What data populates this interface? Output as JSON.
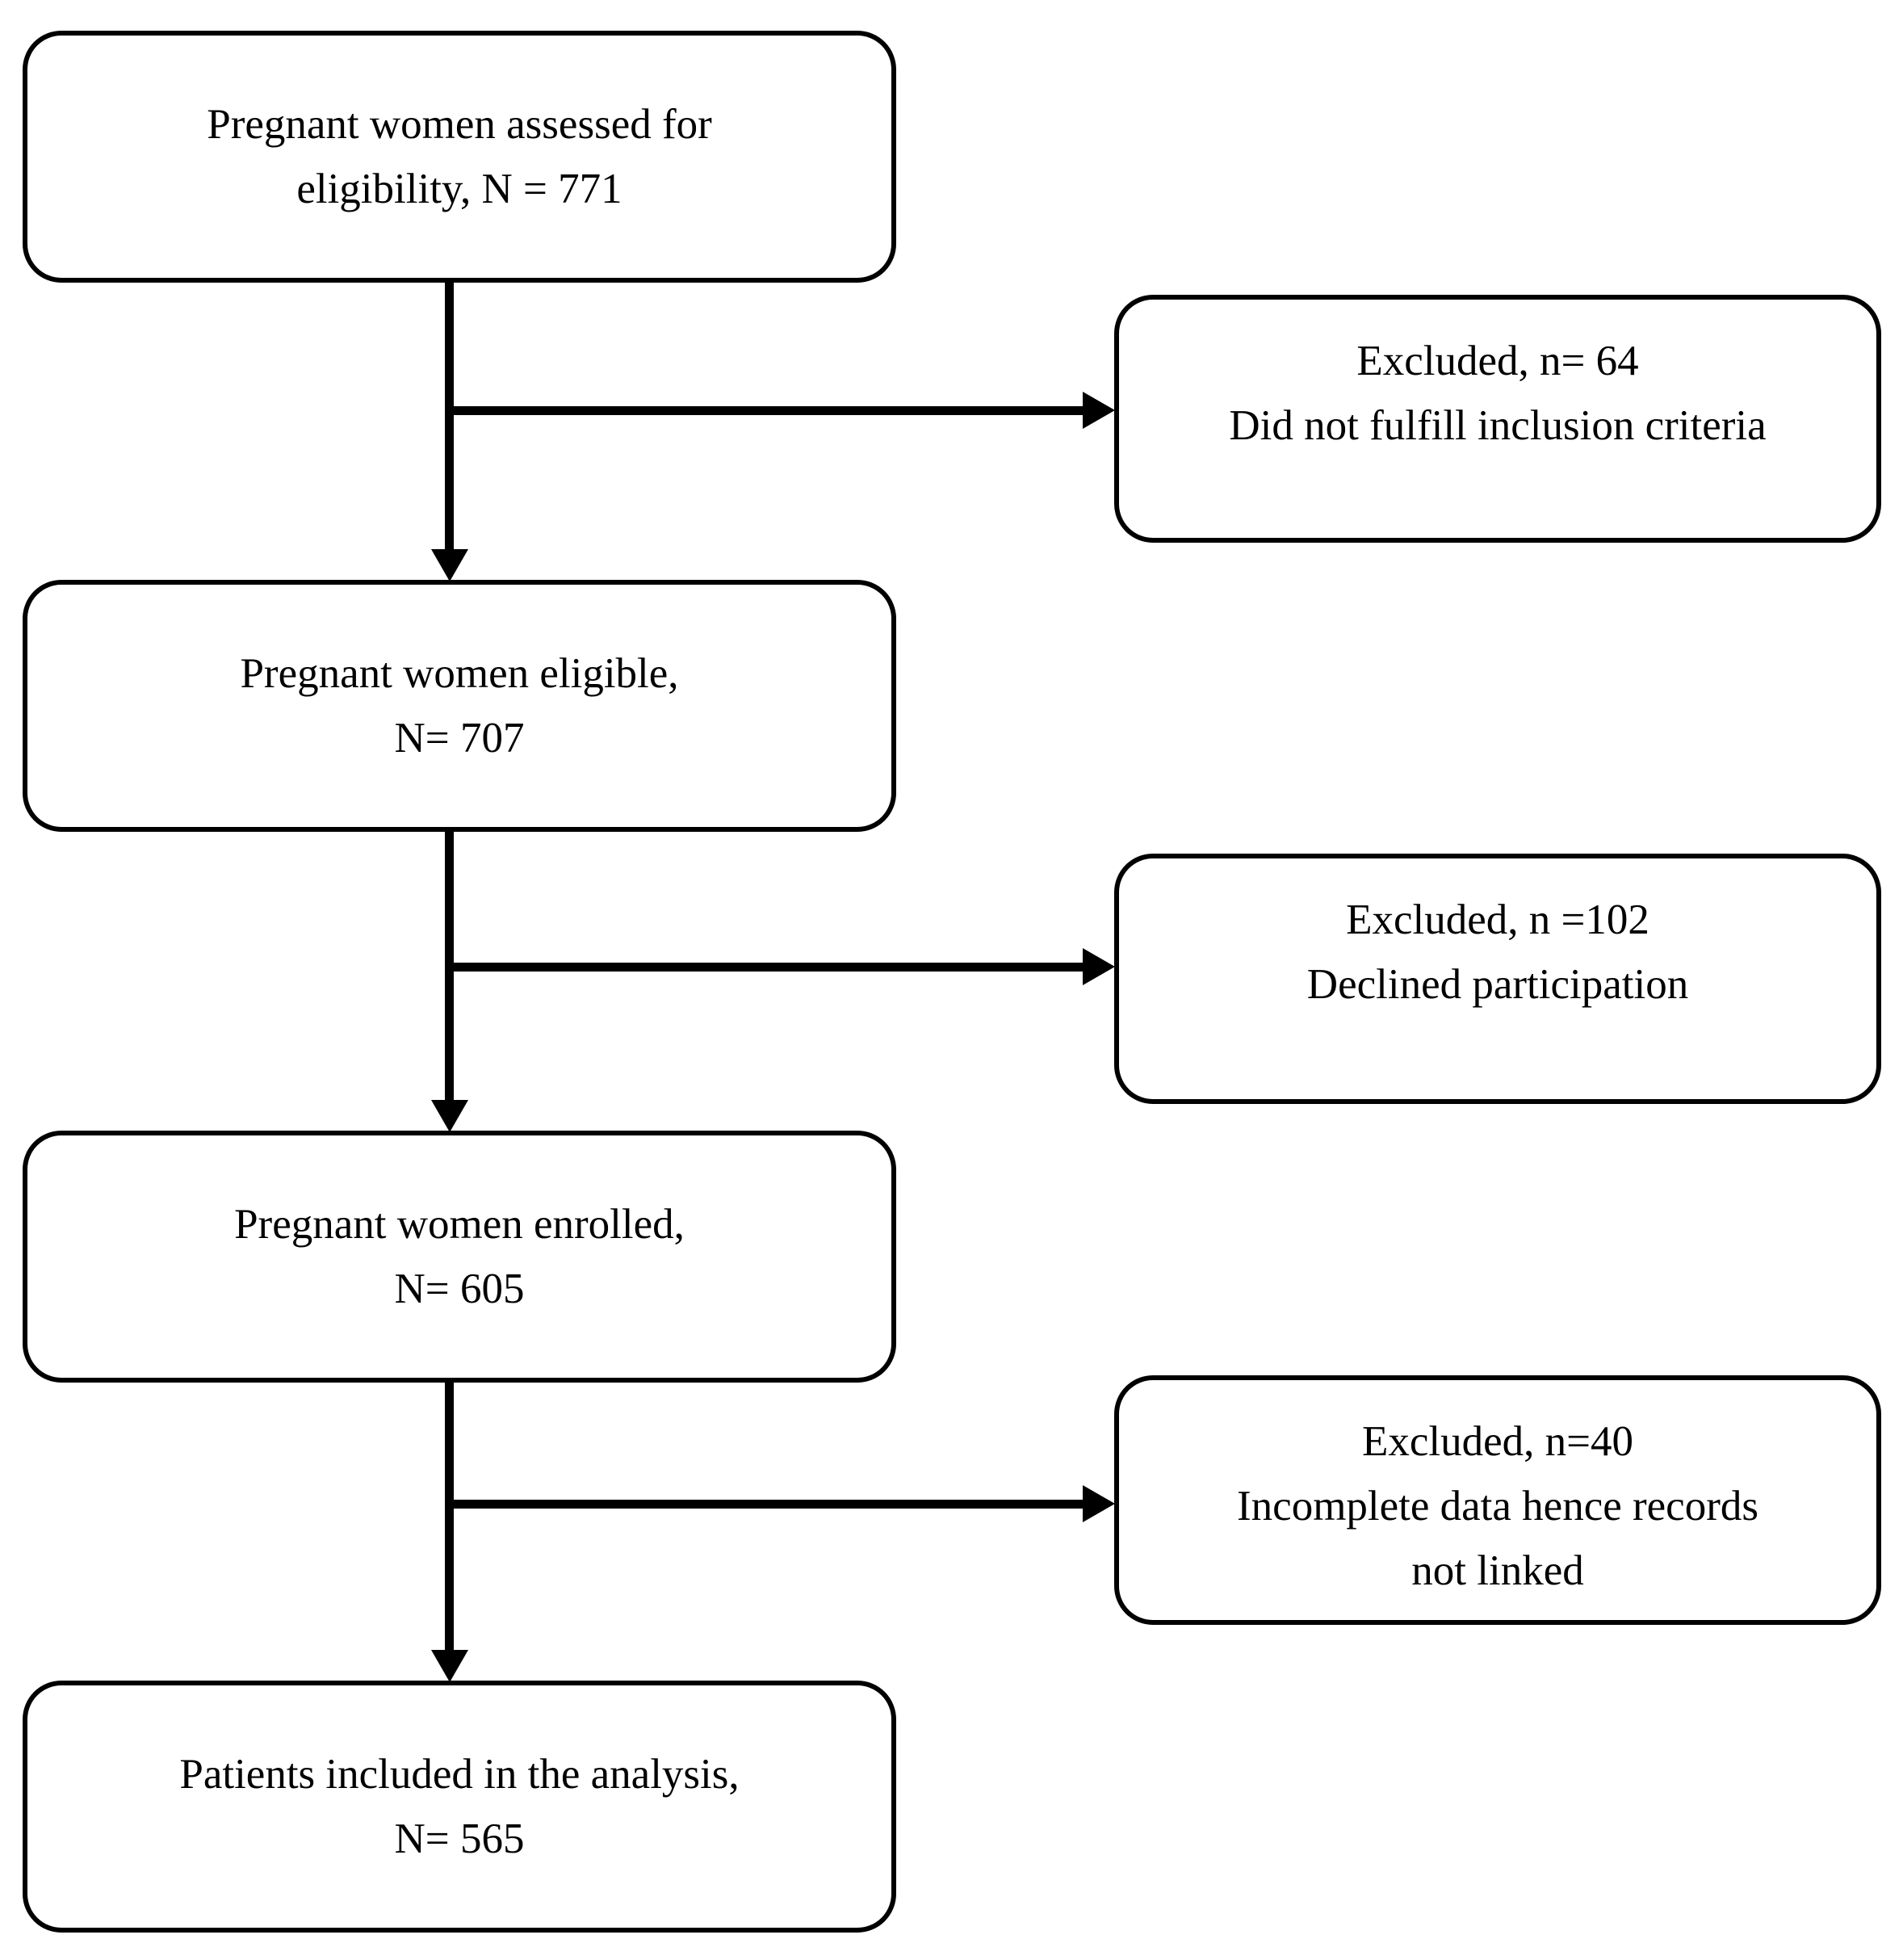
{
  "diagram": {
    "type": "flowchart",
    "background_color": "#ffffff",
    "stroke_color": "#000000",
    "boxes": {
      "assessed": {
        "lines": [
          "Pregnant women assessed for",
          "eligibility, N = 771"
        ]
      },
      "eligible": {
        "lines": [
          "Pregnant women eligible,",
          "N= 707"
        ]
      },
      "enrolled": {
        "lines": [
          "Pregnant women enrolled,",
          "N= 605"
        ]
      },
      "analysis": {
        "lines": [
          "Patients included in the analysis,",
          "N= 565"
        ]
      },
      "excluded1": {
        "lines": [
          "Excluded, n= 64",
          "Did not fulfill inclusion criteria"
        ]
      },
      "excluded2": {
        "lines": [
          "Excluded, n =102",
          "Declined participation"
        ]
      },
      "excluded3": {
        "lines": [
          "Excluded, n=40",
          "Incomplete data hence records",
          "not linked"
        ]
      }
    },
    "counts": {
      "assessed": 771,
      "eligible": 707,
      "enrolled": 605,
      "included_in_analysis": 565,
      "excluded": [
        64,
        102,
        40
      ]
    }
  }
}
